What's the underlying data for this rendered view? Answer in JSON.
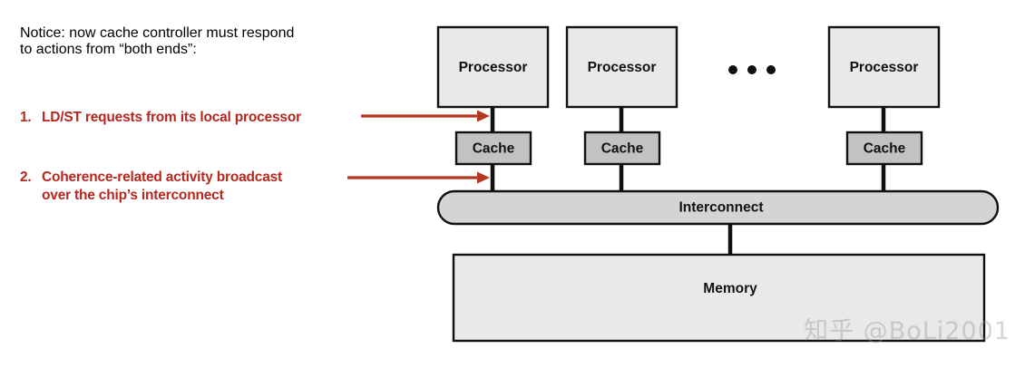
{
  "notice": {
    "title_line1": "Notice: now cache controller must respond",
    "title_line2": "to actions from “both ends”:",
    "items": [
      {
        "number": "1.",
        "text": "LD/ST requests from its local processor"
      },
      {
        "number": "2.",
        "line1": "Coherence-related activity broadcast",
        "line2": "over the chip’s interconnect"
      }
    ]
  },
  "diagram": {
    "processors": [
      {
        "label": "Processor"
      },
      {
        "label": "Processor"
      },
      {
        "label": "Processor"
      }
    ],
    "caches": [
      {
        "label": "Cache"
      },
      {
        "label": "Cache"
      },
      {
        "label": "Cache"
      }
    ],
    "ellipsis": "• • •",
    "interconnect": {
      "label": "Interconnect"
    },
    "memory": {
      "label": "Memory"
    }
  },
  "watermark": {
    "text": "知乎 @BoLi2001"
  },
  "colors": {
    "accent_red": "#b5271f",
    "arrow_red": "#b5371f",
    "processor_fill": "#e9e9e9",
    "cache_fill": "#c2c2c2",
    "interconnect_fill": "#d4d4d4",
    "memory_fill": "#e9e9e9",
    "outline": "#111111"
  }
}
